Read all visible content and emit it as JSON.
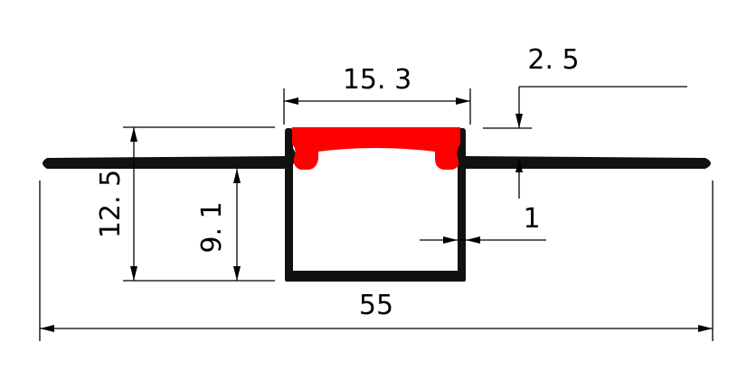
{
  "colors": {
    "profile": "#111111",
    "diffuser": "#ff0000",
    "dimension": "#000000",
    "background": "#ffffff"
  },
  "dimensions": {
    "top_opening_width": "15. 3",
    "total_width": "55",
    "total_height": "12. 5",
    "channel_depth": "9. 1",
    "flange_thickness": "2. 5",
    "wall_thickness": "1"
  }
}
